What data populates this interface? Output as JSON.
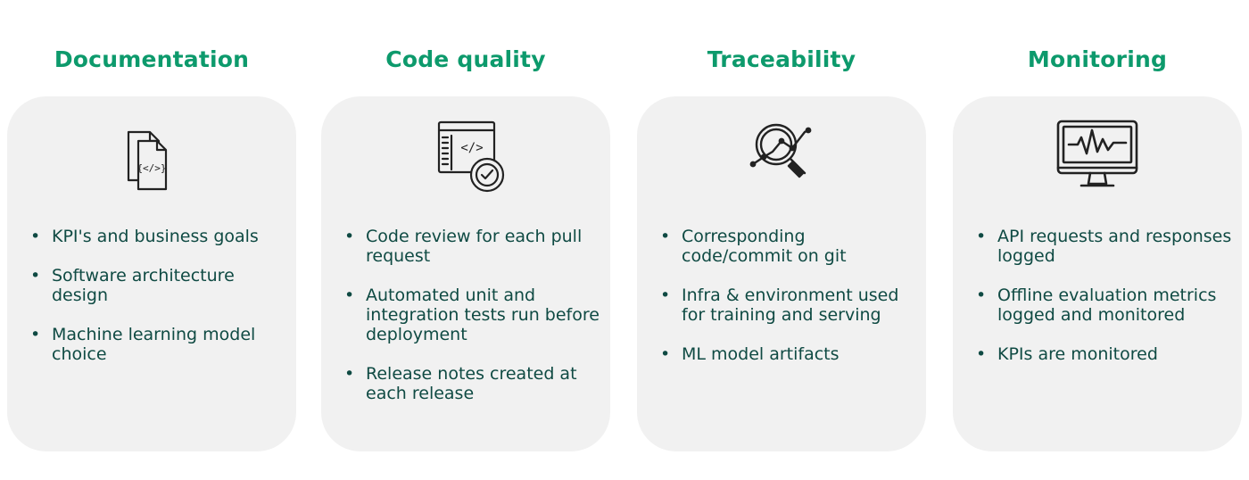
{
  "columns": [
    {
      "title": "Documentation",
      "icon": "code-documents-icon",
      "bullets": [
        "KPI's and business goals",
        "Software architecture design",
        "Machine learning model choice"
      ]
    },
    {
      "title": "Code quality",
      "icon": "code-window-check-icon",
      "bullets": [
        "Code review for each pull request",
        "Automated unit and integration tests run before deployment",
        "Release notes created at each release"
      ]
    },
    {
      "title": "Traceability",
      "icon": "magnifier-chart-icon",
      "bullets": [
        "Corresponding code/commit on git",
        "Infra  & environment used for training and serving",
        "ML model artifacts"
      ]
    },
    {
      "title": "Monitoring",
      "icon": "monitor-pulse-icon",
      "bullets": [
        "API requests and responses logged",
        "Offline evaluation metrics logged and monitored",
        "KPIs are monitored"
      ]
    }
  ],
  "colors": {
    "title": "#0d9a6c",
    "body_text": "#0f4a43",
    "card_bg": "#f1f1f1",
    "icon_stroke": "#222222"
  }
}
